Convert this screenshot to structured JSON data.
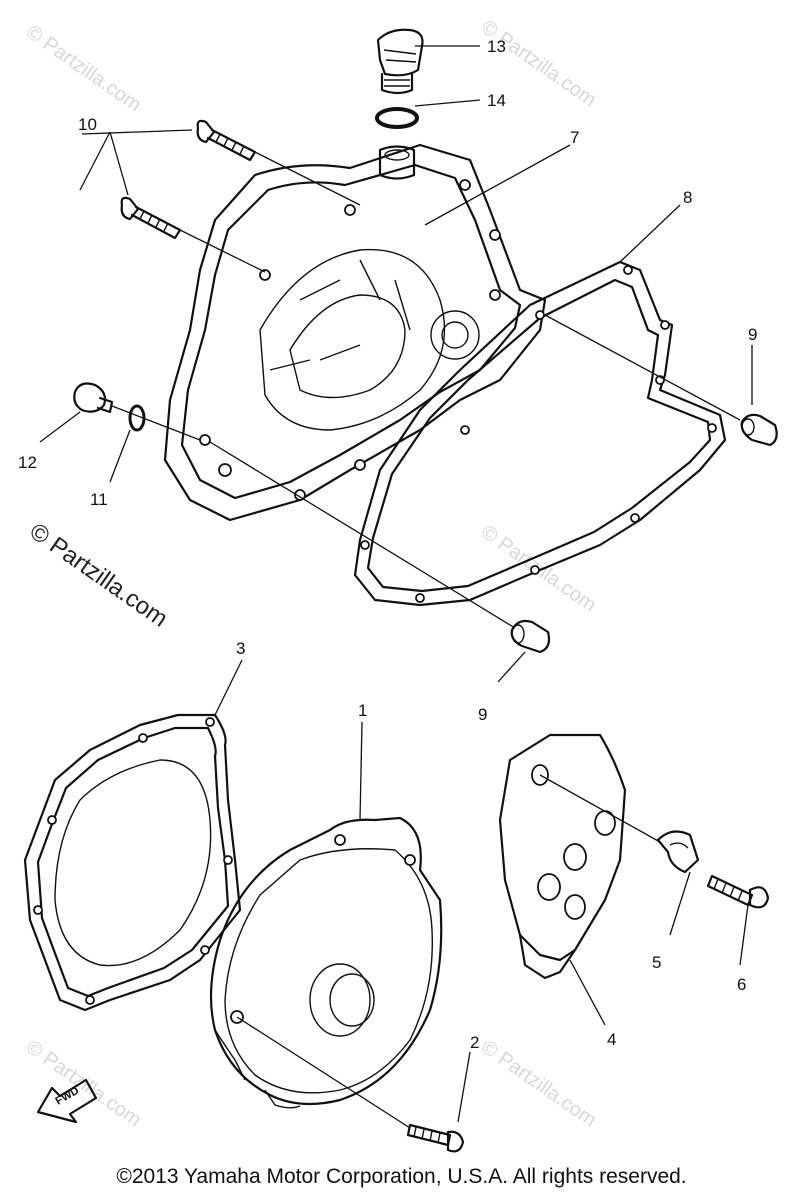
{
  "watermark": {
    "main": "© Partzilla.com",
    "side": "© Partzilla.com"
  },
  "callouts": {
    "c1": "1",
    "c2": "2",
    "c3": "3",
    "c4": "4",
    "c5": "5",
    "c6": "6",
    "c7": "7",
    "c8": "8",
    "c9a": "9",
    "c9b": "9",
    "c10": "10",
    "c11": "11",
    "c12": "12",
    "c13": "13",
    "c14": "14"
  },
  "fwd_label": "FWD",
  "copyright": "©2013 Yamaha Motor Corporation, U.S.A. All rights reserved."
}
